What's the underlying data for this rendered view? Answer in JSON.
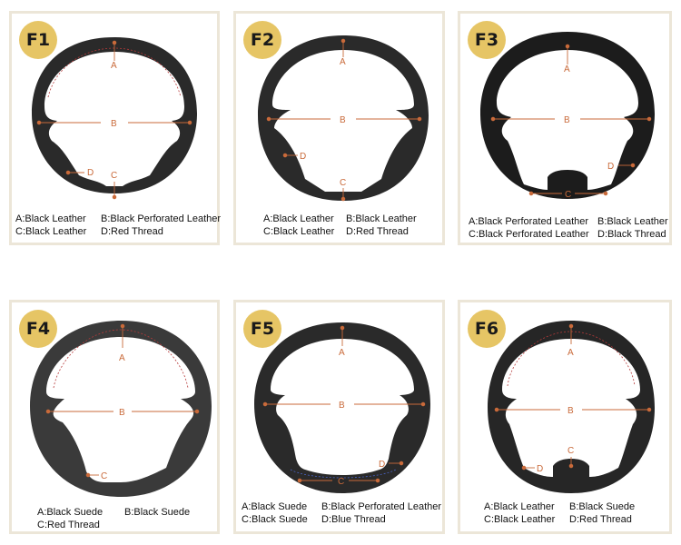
{
  "cards": [
    {
      "badge": "F1",
      "marker_labels": [
        "A",
        "B",
        "C",
        "D"
      ],
      "specs": [
        "A:Black Leather",
        "B:Black Perforated Leather",
        "C:Black Leather",
        "D:Red Thread"
      ]
    },
    {
      "badge": "F2",
      "marker_labels": [
        "A",
        "B",
        "C",
        "D"
      ],
      "specs": [
        "A:Black Leather",
        "B:Black Leather",
        "C:Black Leather",
        "D:Red Thread"
      ]
    },
    {
      "badge": "F3",
      "marker_labels": [
        "A",
        "B",
        "C",
        "D"
      ],
      "specs": [
        "A:Black Perforated Leather",
        "B:Black Leather",
        "C:Black Perforated Leather",
        "D:Black Thread"
      ]
    },
    {
      "badge": "F4",
      "marker_labels": [
        "A",
        "B",
        "C"
      ],
      "specs": [
        "A:Black Suede",
        "B:Black Suede",
        "C:Red Thread"
      ]
    },
    {
      "badge": "F5",
      "marker_labels": [
        "A",
        "B",
        "C",
        "D"
      ],
      "specs": [
        "A:Black Suede",
        "B:Black Perforated Leather",
        "C:Black Suede",
        "D:Blue Thread"
      ]
    },
    {
      "badge": "F6",
      "marker_labels": [
        "A",
        "B",
        "C",
        "D"
      ],
      "specs": [
        "A:Black Leather",
        "B:Black Suede",
        "C:Black Leather",
        "D:Red Thread"
      ]
    }
  ],
  "colors": {
    "badge": "#e6c565",
    "card_border": "#ece6d8",
    "marker": "#c96a3a",
    "wheel_leather": "#2a2a2a",
    "wheel_suede": "#3a3a3a",
    "wheel_dark": "#1c1c1c",
    "thread_red": "#b73a3a",
    "thread_blue": "#4a62c4"
  },
  "icons": [
    "steering-wheel-icon"
  ]
}
